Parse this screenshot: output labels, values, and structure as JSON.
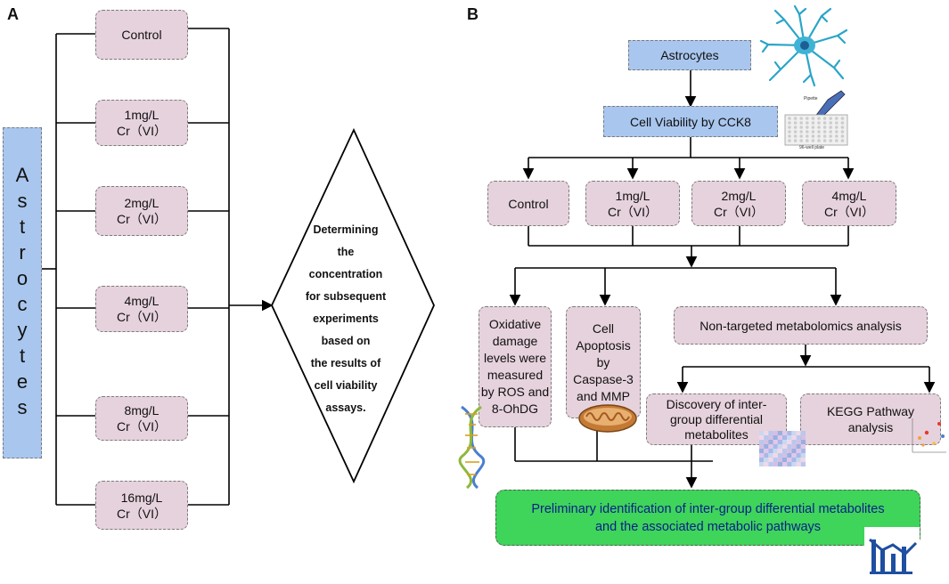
{
  "panel_a": {
    "label": "A",
    "left_box": "Astrocytes",
    "groups": [
      "Control",
      "1mg/L\nCr（VI）",
      "2mg/L\nCr（VI）",
      "4mg/L\nCr（VI）",
      "8mg/L\nCr（VI）",
      "16mg/L\nCr（VI）"
    ],
    "decision": "Determining\nthe\nconcentration\nfor subsequent\nexperiments\nbased on\nthe results of\ncell viability\nassays."
  },
  "panel_b": {
    "label": "B",
    "top": "Astrocytes",
    "viability": "Cell Viability by CCK8",
    "pipette_label": "Pipette",
    "plate_label": "96-well plate",
    "groups": [
      "Control",
      "1mg/L\nCr（VI）",
      "2mg/L\nCr（VI）",
      "4mg/L\nCr（VI）"
    ],
    "oxidative": "Oxidative\ndamage\nlevels were\nmeasured\nby ROS and\n8-OhDG",
    "apoptosis": "Cell\nApoptosis\nby\nCaspase-3\nand MMP",
    "metabolomics": "Non-targeted metabolomics analysis",
    "discovery": "Discovery of inter-\ngroup differential\nmetabolites",
    "kegg": "KEGG Pathway\nanalysis",
    "result": "Preliminary identification of inter-group differential metabolites\nand the associated metabolic pathways"
  },
  "colors": {
    "pink": "#e6d2dc",
    "blue": "#a9c6ee",
    "green": "#3fd45a",
    "result_text": "#0b1f8a"
  },
  "icons": [
    "astrocyte-icon",
    "pipette-icon",
    "well-plate-icon",
    "dna-icon",
    "mitochondrion-icon",
    "heatmap-icon",
    "scatter-plot-icon",
    "logo-icon"
  ]
}
